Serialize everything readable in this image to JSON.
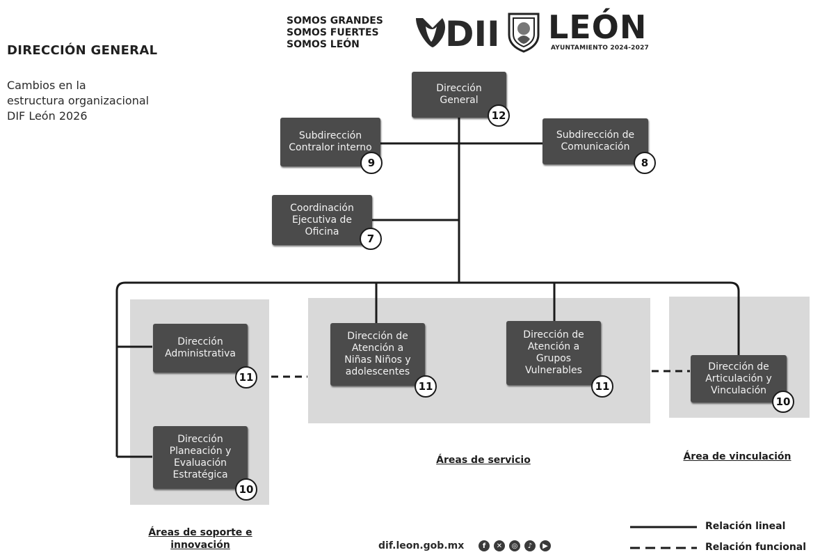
{
  "header": {
    "section_title": "DIRECCIÓN GENERAL",
    "subtitle_lines": [
      "Cambios en la",
      "estructura organizacional",
      "DIF León 2026"
    ]
  },
  "branding": {
    "slogan_lines": [
      "SOMOS GRANDES",
      "SOMOS FUERTES",
      "SOMOS LEÓN"
    ],
    "dif_logo_text": "DIF",
    "city_word": "LEÓN",
    "city_sub": "AYUNTAMIENTO 2024-2027"
  },
  "org": {
    "direccion_general": {
      "label": "Dirección General",
      "badge": "12"
    },
    "contralor": {
      "label": "Subdirección Contralor interno",
      "badge": "9"
    },
    "comunicacion": {
      "label": "Subdirección de Comunicación",
      "badge": "8"
    },
    "coordinacion": {
      "label": "Coordinación Ejecutiva de Oficina",
      "badge": "7"
    },
    "administrativa": {
      "label": "Dirección Administrativa",
      "badge": "11"
    },
    "planeacion": {
      "label": "Dirección Planeación y Evaluación Estratégica",
      "badge": "10"
    },
    "ninas": {
      "label": "Dirección de Atención a Niñas Niños y adolescentes",
      "badge": "11"
    },
    "vulnerables": {
      "label": "Dirección de Atención a Grupos Vulnerables",
      "badge": "11"
    },
    "vinculacion": {
      "label": "Dirección de Articulación y Vinculación",
      "badge": "10"
    }
  },
  "groups": {
    "soporte": "Áreas de soporte e innovación",
    "servicio": "Áreas de servicio",
    "vinculacion": "Área de vinculación"
  },
  "legend": {
    "lineal": "Relación lineal",
    "funcional": "Relación funcional"
  },
  "footer": {
    "website": "dif.leon.gob.mx",
    "social_icons": [
      "facebook-icon",
      "x-icon",
      "instagram-icon",
      "tiktok-icon",
      "youtube-icon"
    ]
  },
  "colors": {
    "box": "#4b4b4b",
    "panel": "#d9d9d9",
    "line": "#1a1a1a"
  }
}
